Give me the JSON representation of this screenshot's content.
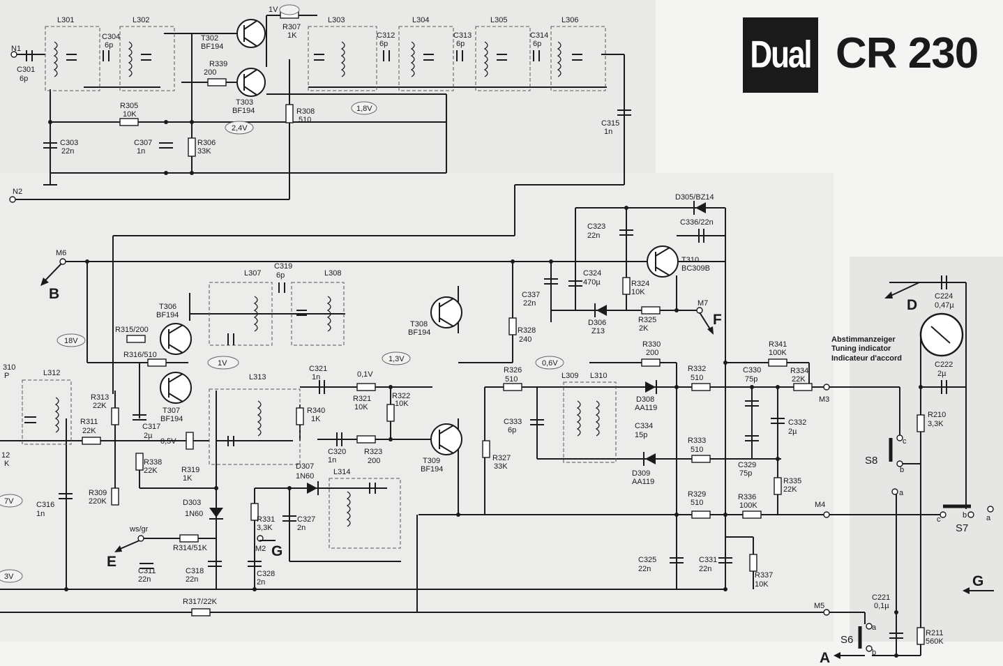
{
  "header": {
    "brand": "Dual",
    "model": "CR 230"
  },
  "tuning_indicator": {
    "de": "Abstimmanzeiger",
    "en": "Tuning indicator",
    "fr": "Indicateur d'accord"
  },
  "connection_letters": [
    "A",
    "B",
    "D",
    "E",
    "F",
    "G",
    "G"
  ],
  "terminals": [
    "N1",
    "N2",
    "M2",
    "M3",
    "M4",
    "M5",
    "M6",
    "M7",
    "ws/gr"
  ],
  "switches": [
    "S6",
    "S7",
    "S8"
  ],
  "switch_contacts": [
    "a",
    "b",
    "c"
  ],
  "voltage_bubbles": [
    "1V",
    "1,8V",
    "2,4V",
    "18V",
    "1V",
    "1,3V",
    "0,6V",
    "0,1V",
    "0,5V",
    "7V",
    "3V"
  ],
  "coils": [
    "L301",
    "L302",
    "L303",
    "L304",
    "L305",
    "L306",
    "L307",
    "L308",
    "L309",
    "L310",
    "L312",
    "L313",
    "L314"
  ],
  "transistors": [
    {
      "ref": "T302",
      "type": "BF194"
    },
    {
      "ref": "T303",
      "type": "BF194"
    },
    {
      "ref": "T306",
      "type": "BF194"
    },
    {
      "ref": "T307",
      "type": "BF194"
    },
    {
      "ref": "T308",
      "type": "BF194"
    },
    {
      "ref": "T309",
      "type": "BF194"
    },
    {
      "ref": "T310",
      "type": "BC309B"
    }
  ],
  "diodes": [
    {
      "ref": "D303",
      "type": "1N60"
    },
    {
      "ref": "D305/BZ14",
      "type": ""
    },
    {
      "ref": "D306",
      "type": "Z13"
    },
    {
      "ref": "D307",
      "type": "1N60"
    },
    {
      "ref": "D308",
      "type": "AA119"
    },
    {
      "ref": "D309",
      "type": "AA119"
    }
  ],
  "resistors": [
    {
      "ref": "R307",
      "value": "1K"
    },
    {
      "ref": "R339",
      "value": "200"
    },
    {
      "ref": "R305",
      "value": "10K"
    },
    {
      "ref": "R306",
      "value": "33K"
    },
    {
      "ref": "R308",
      "value": "510"
    },
    {
      "ref": "R315/200",
      "value": ""
    },
    {
      "ref": "R316/510",
      "value": ""
    },
    {
      "ref": "R313",
      "value": "22K"
    },
    {
      "ref": "R311",
      "value": "22K"
    },
    {
      "ref": "R309",
      "value": "220K"
    },
    {
      "ref": "R338",
      "value": "22K"
    },
    {
      "ref": "R319",
      "value": "1K"
    },
    {
      "ref": "R314/51K",
      "value": ""
    },
    {
      "ref": "R317/22K",
      "value": ""
    },
    {
      "ref": "R340",
      "value": "1K"
    },
    {
      "ref": "R321",
      "value": "10K"
    },
    {
      "ref": "R322",
      "value": "10K"
    },
    {
      "ref": "R323",
      "value": "200"
    },
    {
      "ref": "R331",
      "value": "3,3K"
    },
    {
      "ref": "R328",
      "value": "240"
    },
    {
      "ref": "R326",
      "value": "510"
    },
    {
      "ref": "R327",
      "value": "33K"
    },
    {
      "ref": "R324",
      "value": "10K"
    },
    {
      "ref": "R325",
      "value": "2K"
    },
    {
      "ref": "R330",
      "value": "200"
    },
    {
      "ref": "R332",
      "value": "510"
    },
    {
      "ref": "R333",
      "value": "510"
    },
    {
      "ref": "R329",
      "value": "510"
    },
    {
      "ref": "R336",
      "value": "100K"
    },
    {
      "ref": "R337",
      "value": "10K"
    },
    {
      "ref": "R341",
      "value": "100K"
    },
    {
      "ref": "R334",
      "value": "22K"
    },
    {
      "ref": "R335",
      "value": "22K"
    },
    {
      "ref": "R210",
      "value": "3,3K"
    },
    {
      "ref": "R211",
      "value": "560K"
    }
  ],
  "capacitors": [
    {
      "ref": "C301",
      "value": "6p"
    },
    {
      "ref": "C304",
      "value": "6p"
    },
    {
      "ref": "C303",
      "value": "22n"
    },
    {
      "ref": "C307",
      "value": "1n"
    },
    {
      "ref": "C312",
      "value": "6p"
    },
    {
      "ref": "C313",
      "value": "6p"
    },
    {
      "ref": "C314",
      "value": "6p"
    },
    {
      "ref": "C315",
      "value": "1n"
    },
    {
      "ref": "C319",
      "value": "6p"
    },
    {
      "ref": "C317",
      "value": "2µ"
    },
    {
      "ref": "C316",
      "value": "1n"
    },
    {
      "ref": "C311",
      "value": "22n"
    },
    {
      "ref": "C318",
      "value": "22n"
    },
    {
      "ref": "C321",
      "value": "1n"
    },
    {
      "ref": "C320",
      "value": "1n"
    },
    {
      "ref": "C327",
      "value": "2n"
    },
    {
      "ref": "C328",
      "value": "2n"
    },
    {
      "ref": "C337",
      "value": "22n"
    },
    {
      "ref": "C324",
      "value": "470µ"
    },
    {
      "ref": "C323",
      "value": "22n"
    },
    {
      "ref": "C336/22n",
      "value": ""
    },
    {
      "ref": "C333",
      "value": "6p"
    },
    {
      "ref": "C334",
      "value": "15p"
    },
    {
      "ref": "C330",
      "value": "75p"
    },
    {
      "ref": "C329",
      "value": "75p"
    },
    {
      "ref": "C332",
      "value": "2µ"
    },
    {
      "ref": "C325",
      "value": "22n"
    },
    {
      "ref": "C331",
      "value": "22n"
    },
    {
      "ref": "C224",
      "value": "0,47µ"
    },
    {
      "ref": "C222",
      "value": "2µ"
    },
    {
      "ref": "C221",
      "value": "0,1µ"
    }
  ],
  "edge_fragments": [
    "310",
    "P",
    "12",
    "K",
    "7V",
    "3V"
  ]
}
